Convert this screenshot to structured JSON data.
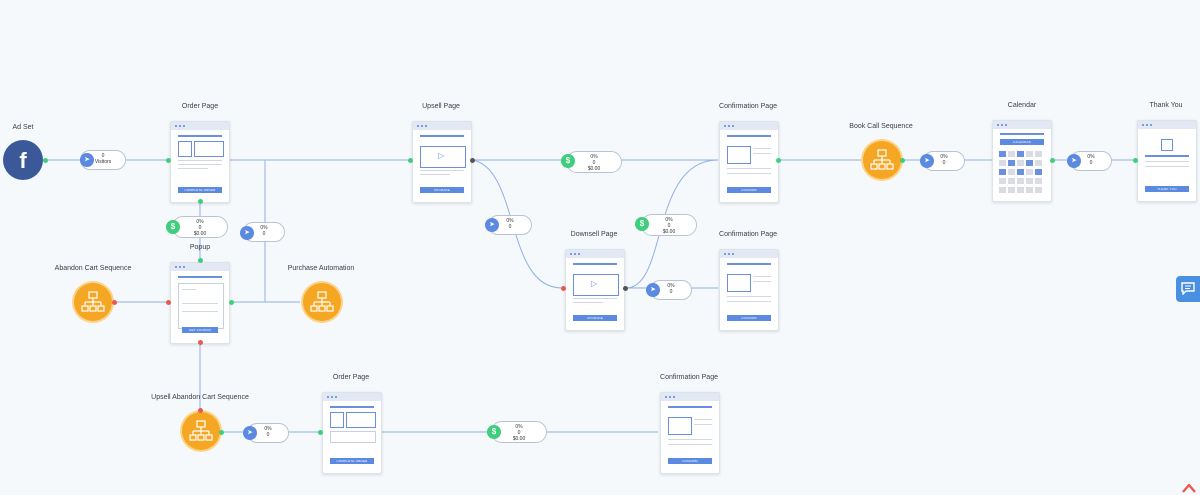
{
  "nodes": {
    "ad_set": "Ad Set",
    "order_page": "Order Page",
    "upsell_page": "Upsell Page",
    "confirmation_page_1": "Confirmation Page",
    "book_call_sequence": "Book Call Sequence",
    "calendar": "Calendar",
    "thank_you": "Thank You",
    "popup": "Popup",
    "abandon_cart_sequence": "Abandon Cart Sequence",
    "purchase_automation": "Purchase Automation",
    "downsell_page": "Downsell Page",
    "confirmation_page_2": "Confirmation Page",
    "upsell_abandon_cart_sequence": "Upsell Abandon Cart Sequence",
    "order_page_2": "Order Page",
    "confirmation_page_3": "Confirmation Page"
  },
  "buttons": {
    "complete_order": "COMPLETE ORDER",
    "upgrade": "UPGRADE",
    "confirm": "CONFIRM",
    "calendar": "CALENDAR",
    "thank_you": "THANK YOU",
    "get_coupon": "GET COUPON"
  },
  "stats": {
    "visitors": {
      "line1": "0",
      "line2": "Visitors"
    },
    "order_sale": {
      "line1": "0%",
      "line2": "0",
      "line3": "$0.00"
    },
    "upsell_sale": {
      "line1": "0%",
      "line2": "0",
      "line3": "$0.00"
    },
    "downsell_click": {
      "line1": "0%",
      "line2": "0"
    },
    "downsell_sale": {
      "line1": "0%",
      "line2": "0",
      "line3": "$0.00"
    },
    "downsell_out": {
      "line1": "0%",
      "line2": "0"
    },
    "popup_click": {
      "line1": "0%",
      "line2": "0"
    },
    "book_call": {
      "line1": "0%",
      "line2": "0"
    },
    "calendar_out": {
      "line1": "0%",
      "line2": "0"
    },
    "upsell_abandon": {
      "line1": "0%",
      "line2": "0"
    },
    "order2_sale": {
      "line1": "0%",
      "line2": "0",
      "line3": "$0.00"
    }
  },
  "icons": {
    "facebook": "f",
    "dollar": "$",
    "pointer": "➤",
    "chat": "chat-icon"
  },
  "colors": {
    "accent": "#5b8ae0",
    "sequence": "#f5a623",
    "facebook": "#3b5998",
    "sale": "#3fcf7c",
    "exit": "#e85a4f"
  }
}
